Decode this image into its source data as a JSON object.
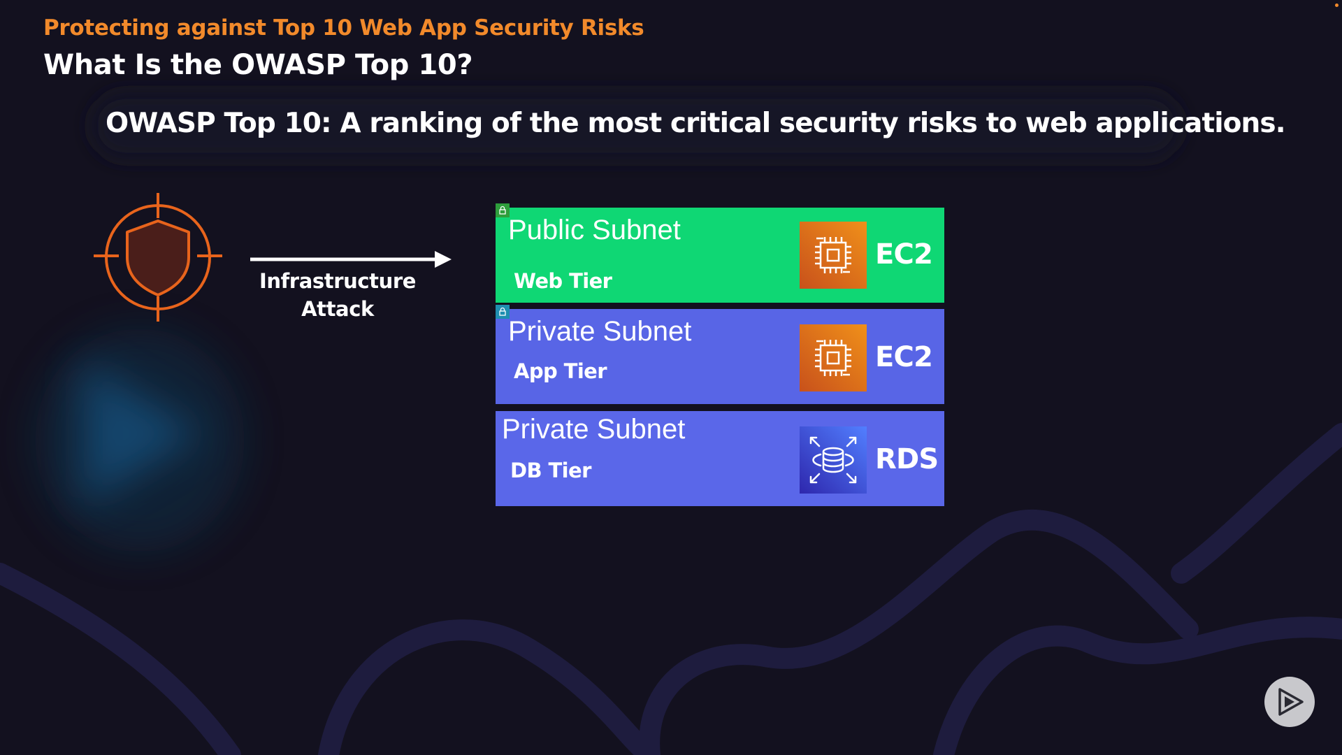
{
  "header": {
    "eyebrow": "Protecting against Top 10 Web App Security Risks",
    "title": "What Is the OWASP Top 10?"
  },
  "definition": "OWASP Top 10: A ranking of the most critical security risks to web applications.",
  "attack": {
    "line1": "Infrastructure",
    "line2": "Attack",
    "icon": "shield-target-icon"
  },
  "subnets": [
    {
      "title": "Public Subnet",
      "tier": "Web Tier",
      "service": "EC2",
      "icon": "ec2-chip-icon",
      "color": "#0fd774"
    },
    {
      "title": "Private Subnet",
      "tier": "App Tier",
      "service": "EC2",
      "icon": "ec2-chip-icon",
      "color": "#5865e6"
    },
    {
      "title": "Private Subnet",
      "tier": "DB Tier",
      "service": "RDS",
      "icon": "rds-database-icon",
      "color": "#5a67e9"
    }
  ],
  "colors": {
    "accent": "#f28a2b",
    "background": "#13111f",
    "ec2_icon": "#e8731a",
    "rds_icon": "#3b48cc"
  },
  "player": {
    "icon": "play-logo-icon"
  }
}
